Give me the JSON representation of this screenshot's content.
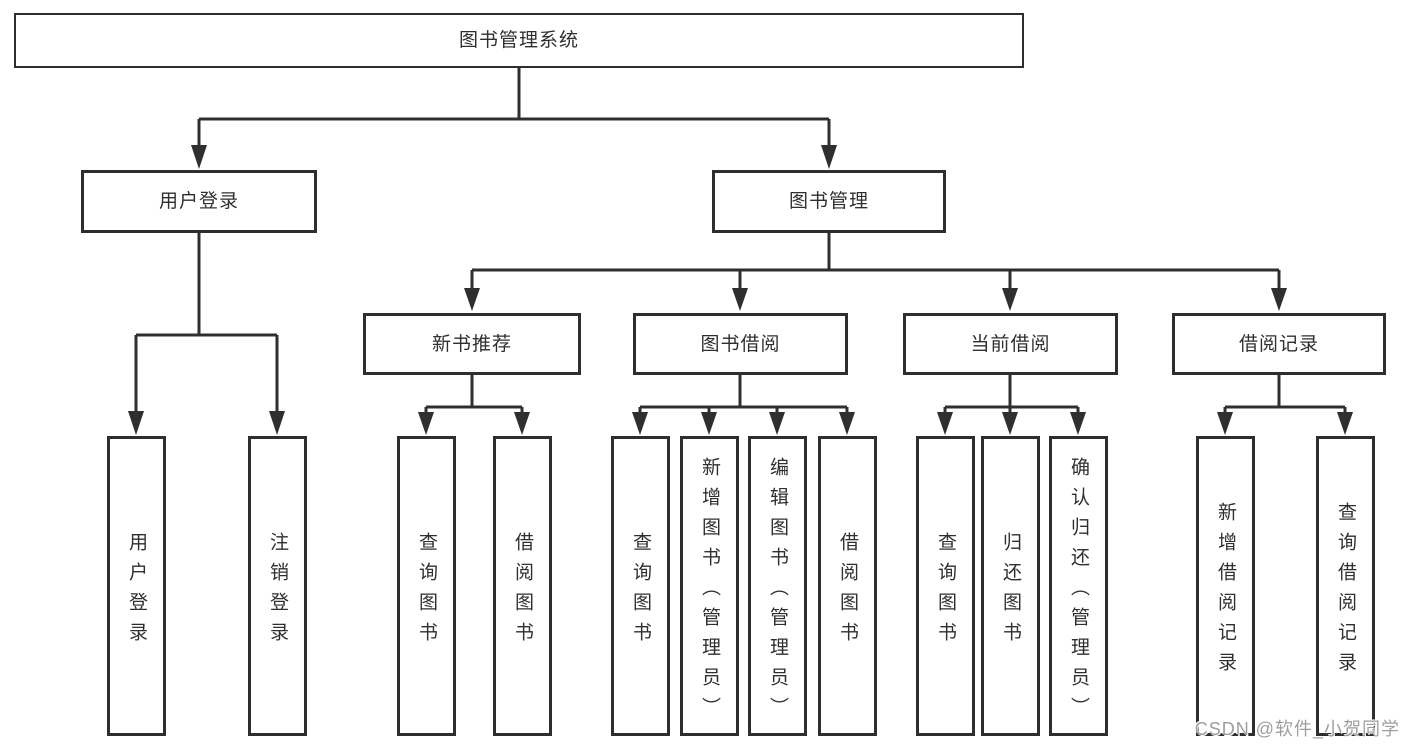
{
  "diagram": {
    "title_node": {
      "label": "图书管理系统"
    },
    "level2": [
      {
        "id": "user-login",
        "label": "用户登录"
      },
      {
        "id": "book-management",
        "label": "图书管理"
      }
    ],
    "level3": [
      {
        "id": "new-book-recommend",
        "parent": "图书管理",
        "label": "新书推荐"
      },
      {
        "id": "book-borrow",
        "parent": "图书管理",
        "label": "图书借阅"
      },
      {
        "id": "current-borrow",
        "parent": "图书管理",
        "label": "当前借阅"
      },
      {
        "id": "borrow-records",
        "parent": "图书管理",
        "label": "借阅记录"
      }
    ],
    "level4": [
      {
        "parent": "用户登录",
        "label": "用户登录"
      },
      {
        "parent": "用户登录",
        "label": "注销登录"
      },
      {
        "parent": "新书推荐",
        "label": "查询图书"
      },
      {
        "parent": "新书推荐",
        "label": "借阅图书"
      },
      {
        "parent": "图书借阅",
        "label": "查询图书"
      },
      {
        "parent": "图书借阅",
        "label": "新增图书（管理员）"
      },
      {
        "parent": "图书借阅",
        "label": "编辑图书（管理员）"
      },
      {
        "parent": "图书借阅",
        "label": "借阅图书"
      },
      {
        "parent": "当前借阅",
        "label": "查询图书"
      },
      {
        "parent": "当前借阅",
        "label": "归还图书"
      },
      {
        "parent": "当前借阅",
        "label": "确认归还（管理员）"
      },
      {
        "parent": "借阅记录",
        "label": "新增借阅记录"
      },
      {
        "parent": "借阅记录",
        "label": "查询借阅记录"
      }
    ],
    "colors": {
      "line": "#2f2f2f",
      "box_border": "#2e2e2e",
      "text": "#2f2f2f",
      "background": "#ffffff",
      "watermark": "#9e9e9e"
    }
  },
  "watermark": {
    "text": "CSDN @软件_小贺同学"
  }
}
